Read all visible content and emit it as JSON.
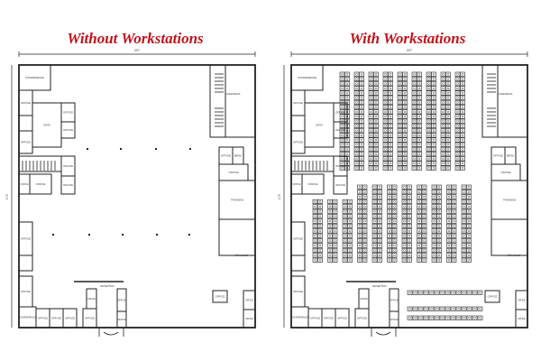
{
  "titles": {
    "left": "Without Workstations",
    "right": "With Workstations"
  },
  "dimensions": {
    "width": "227'",
    "height": "174'"
  },
  "rooms": {
    "conference": "CONFERENCE",
    "office": "OFFICE",
    "data": "DATA",
    "cafeteria": "CAFETERIA",
    "break": "BREAK",
    "training": "TRAINING",
    "reception": "RECEPTION"
  },
  "colors": {
    "title": "#c0141c",
    "wall": "#222222"
  }
}
